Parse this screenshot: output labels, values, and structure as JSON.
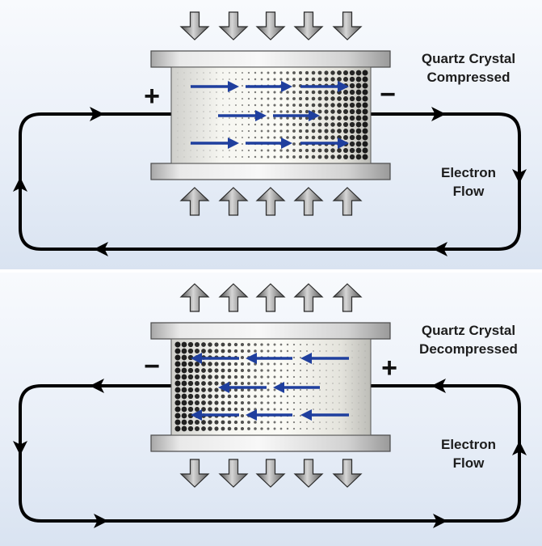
{
  "top_panel": {
    "state_title_line1": "Quartz Crystal",
    "state_title_line2": "Compressed",
    "flow_label_line1": "Electron",
    "flow_label_line2": "Flow",
    "left_sign": "+",
    "right_sign": "−",
    "pressure_direction": "inward",
    "charge_arrow_direction": "right",
    "circuit_flow": "clockwise"
  },
  "bottom_panel": {
    "state_title_line1": "Quartz Crystal",
    "state_title_line2": "Decompressed",
    "flow_label_line1": "Electron",
    "flow_label_line2": "Flow",
    "left_sign": "−",
    "right_sign": "+",
    "pressure_direction": "outward",
    "charge_arrow_direction": "left",
    "circuit_flow": "counter-clockwise"
  },
  "colors": {
    "background_top": "#f8fafd",
    "background_bottom": "#d9e3f1",
    "circuit_wire": "#000000",
    "charge_arrow": "#1f3f9e",
    "pressure_arrow": "#6b6b6b",
    "plate": "#c9c9c9",
    "crystal": "#efeee8",
    "dot": "#1a1a1a"
  }
}
